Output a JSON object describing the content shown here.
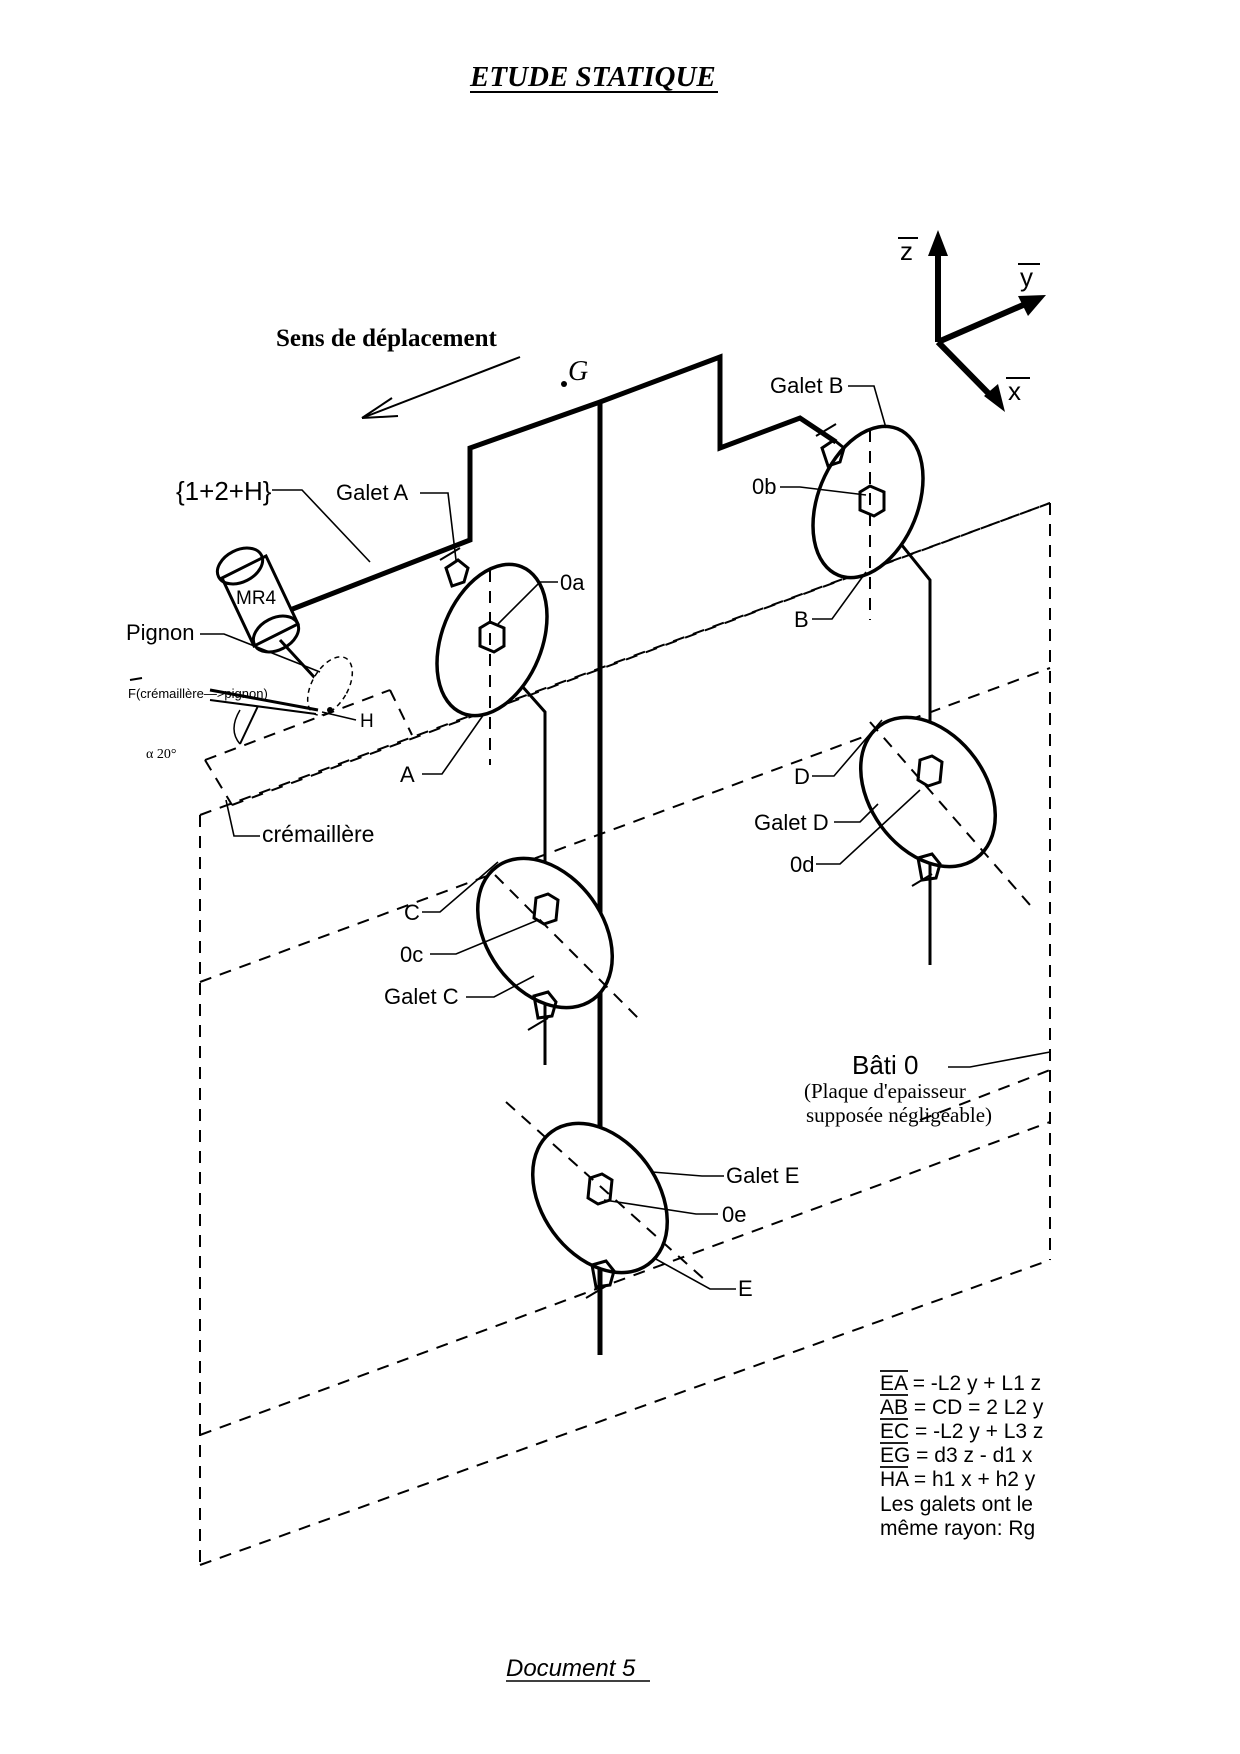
{
  "header": {
    "title": "ETUDE STATIQUE"
  },
  "direction": {
    "label": "Sens de déplacement"
  },
  "axes": {
    "z": "z",
    "y": "y",
    "x": "x"
  },
  "center_of_mass": "G",
  "assembly": {
    "label": "{1+2+H}"
  },
  "motor": {
    "label": "MR4"
  },
  "rollers": {
    "a": {
      "name": "Galet A",
      "center": "0a",
      "contact": "A"
    },
    "b": {
      "name": "Galet B",
      "center": "0b",
      "contact": "B"
    },
    "c": {
      "name": "Galet C",
      "center": "0c",
      "contact": "C"
    },
    "d": {
      "name": "Galet D",
      "center": "0d",
      "contact": "D"
    },
    "e": {
      "name": "Galet E",
      "center": "0e",
      "contact": "E"
    }
  },
  "pinion": {
    "label": "Pignon",
    "force_label": "F(crémaillère—>pignon)",
    "point": "H",
    "angle_label": "α  20°"
  },
  "rack": {
    "label": "crémaillère"
  },
  "frame": {
    "label": "Bâti 0",
    "note_line1": "(Plaque d'epaisseur",
    "note_line2": "supposée négligeable)"
  },
  "equations": [
    "EA = -L2 y + L1 z",
    "AB = CD = 2 L2 y",
    "EC = -L2 y + L3 z",
    "EG = d3 z - d1 x",
    "HA = h1 x + h2 y"
  ],
  "note": {
    "line1": "Les galets ont le",
    "line2": "même rayon: Rg"
  },
  "footer": {
    "label": "Document 5"
  }
}
